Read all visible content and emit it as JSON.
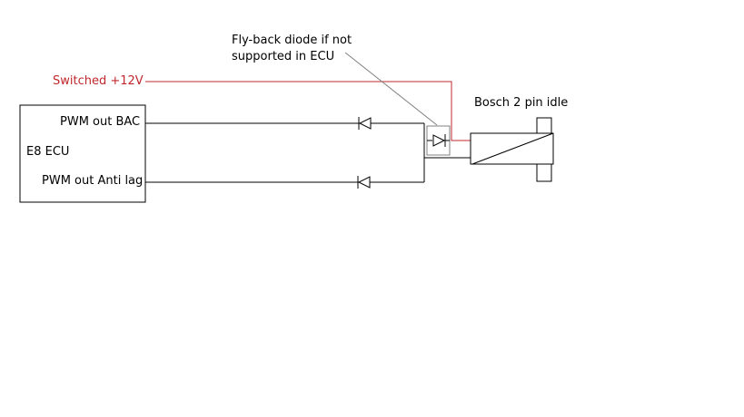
{
  "colors": {
    "wire": "#000000",
    "supply": "#c0282d",
    "leader": "#808080",
    "background": "#ffffff"
  },
  "labels": {
    "switched": "Switched +12V",
    "ecu_name": "E8 ECU",
    "pwm_bac": "PWM out BAC",
    "pwm_antilag": "PWM out Anti lag",
    "flyback_line1": "Fly-back diode if not",
    "flyback_line2": "supported in ECU",
    "valve": "Bosch 2 pin idle"
  }
}
